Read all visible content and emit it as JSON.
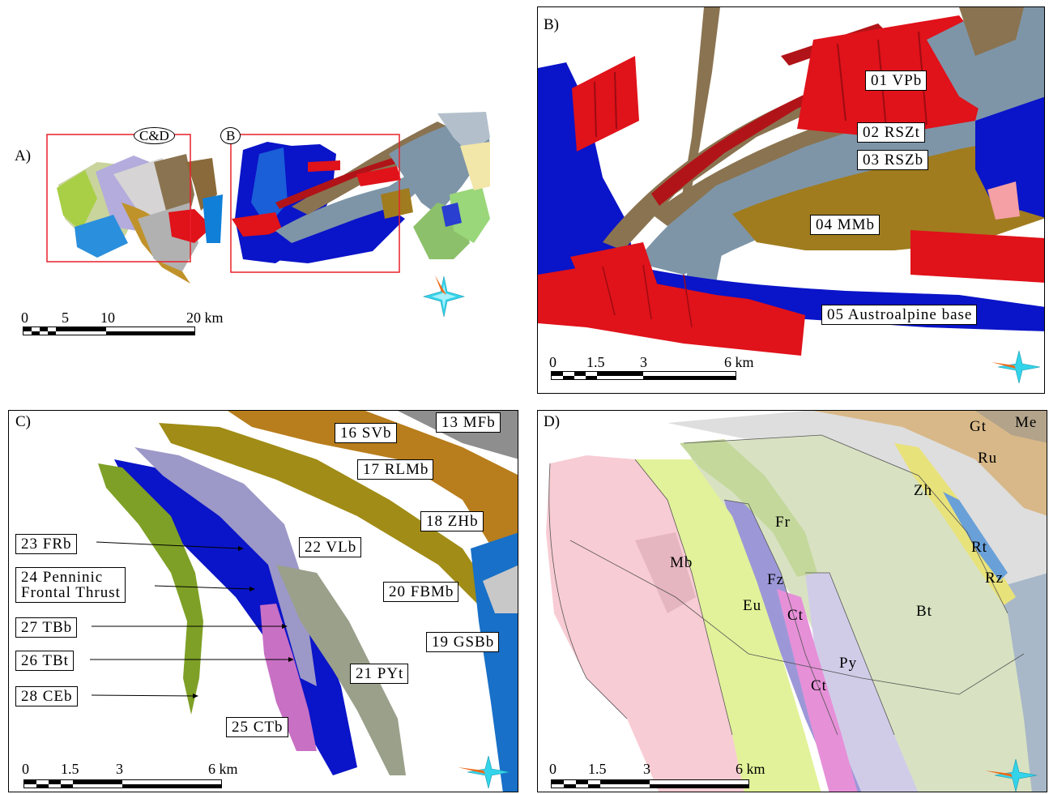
{
  "panels": {
    "a": {
      "label": "A)",
      "box_labels": [
        "C&D",
        "B"
      ],
      "scale": [
        "0",
        "5",
        "10",
        "20 km"
      ]
    },
    "b": {
      "label": "B)",
      "units": [
        "01 VPb",
        "02 RSZt",
        "03 RSZb",
        "04 MMb",
        "05 Austroalpine base"
      ],
      "scale": [
        "0",
        "1.5",
        "3",
        "6 km"
      ]
    },
    "c": {
      "label": "C)",
      "units": [
        "13 MFb",
        "16 SVb",
        "17 RLMb",
        "18 ZHb",
        "20 FBMb",
        "19 GSBb",
        "22 VLb",
        "21 PYt",
        "25 CTb",
        "23 FRb",
        "27 TBb",
        "26 TBt",
        "28 CEb"
      ],
      "unit24": [
        "24 Penninic",
        "Frontal Thrust"
      ],
      "scale": [
        "0",
        "1.5",
        "3",
        "6 km"
      ]
    },
    "d": {
      "label": "D)",
      "units": [
        "Me",
        "Gt",
        "Ru",
        "Zh",
        "Fr",
        "Rt",
        "Rz",
        "Mb",
        "Fz",
        "Eu",
        "Ct",
        "Bt",
        "Py",
        "Ct"
      ],
      "scale": [
        "0",
        "1.5",
        "3",
        "6 km"
      ]
    }
  },
  "colors": {
    "frame_red": "#e8202a",
    "blue": "#0a14c8",
    "red": "#e0121a",
    "tan": "#8a7350",
    "steel": "#7e95a8",
    "gold": "#a07c1e",
    "compass_cyan": "#33d4ea",
    "compass_orange": "#ee6a1a"
  }
}
